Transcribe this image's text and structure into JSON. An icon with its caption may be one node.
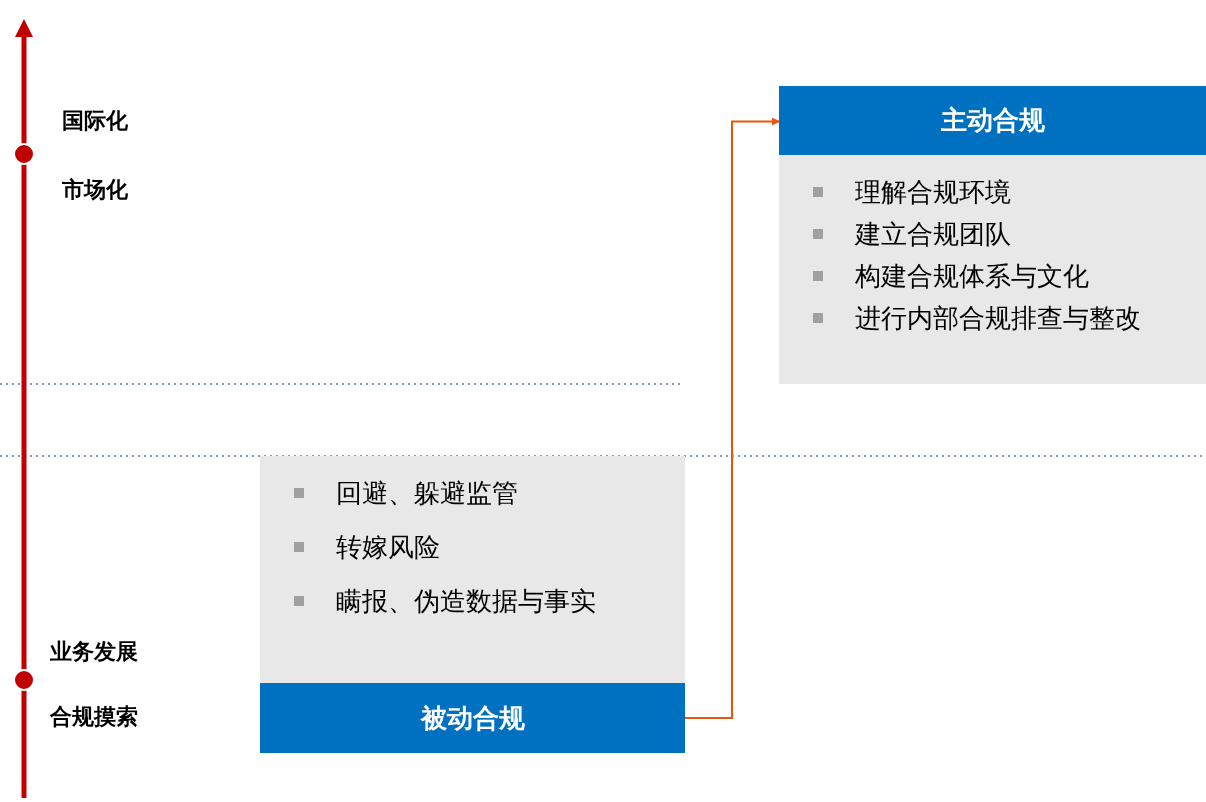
{
  "diagram": {
    "nodes": [
      {
        "text": [
          "回避、躲避监管",
          "转嫁风险",
          "瞒报、伪造数据与事实",
          "被动合规"
        ]
      },
      {
        "text": [
          "主动合规",
          "理解合规环境",
          "建立合规团队",
          "构建合规体系与文化",
          "进行内部合规排查与整改"
        ]
      }
    ],
    "edges": [
      {
        "from": 0,
        "to": 1,
        "arrow": "to",
        "color": "#e8580c"
      }
    ],
    "labels": [
      "国际化",
      "市场化",
      "业务发展",
      "合规摸索"
    ]
  }
}
